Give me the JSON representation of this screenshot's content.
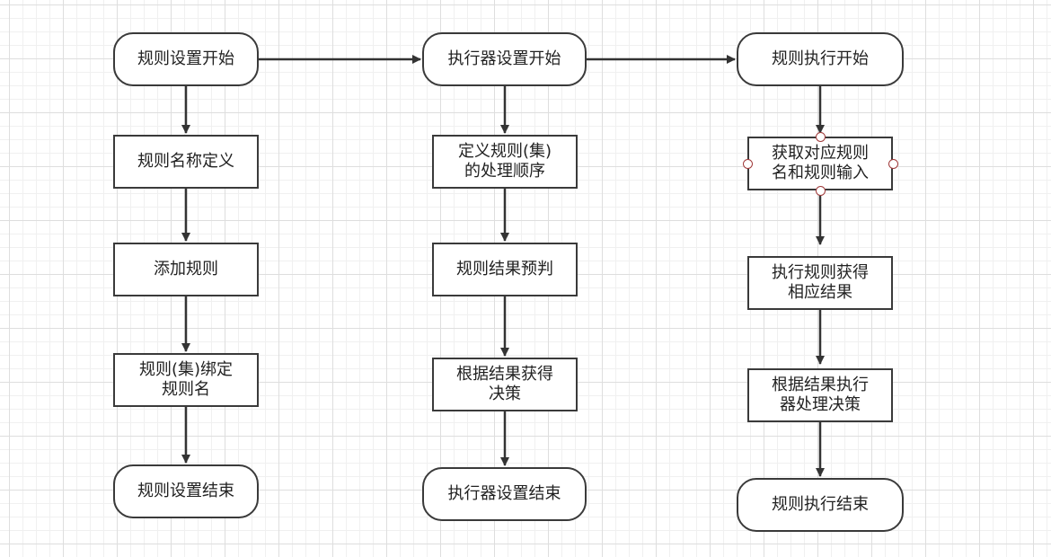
{
  "diagram": {
    "columns": [
      {
        "start": "规则设置开始",
        "steps": [
          "规则名称定义",
          "添加规则",
          "规则(集)绑定\n规则名"
        ],
        "end": "规则设置结束"
      },
      {
        "start": "执行器设置开始",
        "steps": [
          "定义规则(集)\n的处理顺序",
          "规则结果预判",
          "根据结果获得\n决策"
        ],
        "end": "执行器设置结束"
      },
      {
        "start": "规则执行开始",
        "steps": [
          "获取对应规则\n名和规则输入",
          "执行规则获得\n相应结果",
          "根据结果执行\n器处理决策"
        ],
        "end": "规则执行结束"
      }
    ],
    "selected_node": "获取对应规则\n名和规则输入"
  }
}
